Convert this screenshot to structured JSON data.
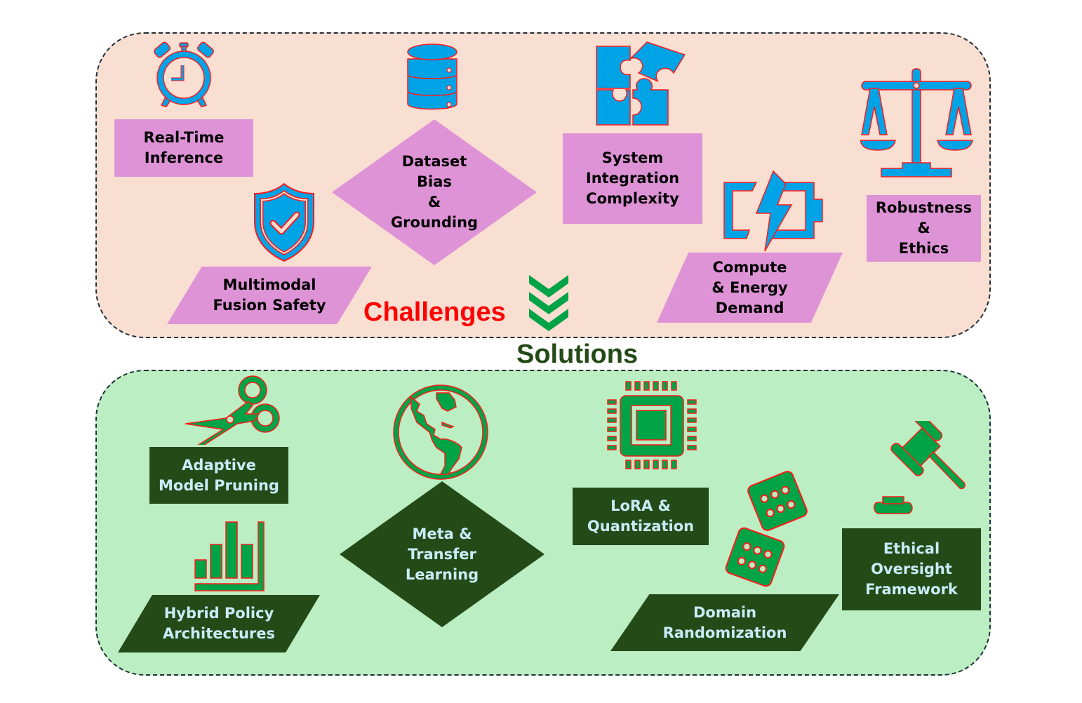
{
  "colors": {
    "challenge_panel_bg": "#f9dfd2",
    "solution_panel_bg": "#bbeec2",
    "challenge_box": "#df93d7",
    "solution_box": "#244a18",
    "challenge_icon_fill": "#00a3e6",
    "solution_icon_fill": "#00a346",
    "icon_outline": "#ff1a1a",
    "challenges_title": "#ff0000",
    "solutions_title": "#244a18",
    "arrow": "#00a346"
  },
  "challenges": {
    "title": "Challenges",
    "items": [
      {
        "label": "Real-Time\nInference",
        "icon": "alarm-clock-icon",
        "shape": "rectangle"
      },
      {
        "label": "Multimodal\nFusion Safety",
        "icon": "shield-check-icon",
        "shape": "parallelogram"
      },
      {
        "label": "Dataset\nBias\n&\nGrounding",
        "icon": "database-icon",
        "shape": "diamond"
      },
      {
        "label": "System\nIntegration\nComplexity",
        "icon": "puzzle-icon",
        "shape": "rectangle"
      },
      {
        "label": "Compute\n& Energy\nDemand",
        "icon": "battery-charging-icon",
        "shape": "parallelogram"
      },
      {
        "label": "Robustness\n&\nEthics",
        "icon": "scales-icon",
        "shape": "rectangle"
      }
    ]
  },
  "solutions": {
    "title": "Solutions",
    "items": [
      {
        "label": "Adaptive\nModel Pruning",
        "icon": "scissors-icon",
        "shape": "rectangle"
      },
      {
        "label": "Hybrid Policy\nArchitectures",
        "icon": "bar-chart-icon",
        "shape": "parallelogram"
      },
      {
        "label": "Meta &\nTransfer\nLearning",
        "icon": "globe-icon",
        "shape": "diamond"
      },
      {
        "label": "LoRA &\nQuantization",
        "icon": "cpu-chip-icon",
        "shape": "rectangle"
      },
      {
        "label": "Domain\nRandomization",
        "icon": "dice-icon",
        "shape": "parallelogram"
      },
      {
        "label": "Ethical\nOversight\nFramework",
        "icon": "gavel-icon",
        "shape": "rectangle"
      }
    ]
  }
}
